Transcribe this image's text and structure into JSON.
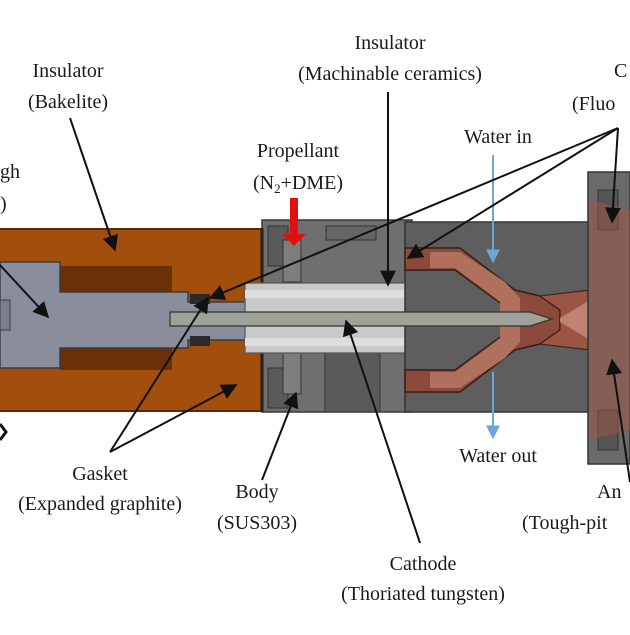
{
  "labels": {
    "insulator_bakelite": {
      "title": "Insulator",
      "material": "(Bakelite)"
    },
    "insulator_ceramics": {
      "title": "Insulator",
      "material": "(Machinable ceramics)"
    },
    "insulator_right": {
      "title": "C",
      "material": "(Fluo"
    },
    "left_cut": {
      "line1": "gh",
      "line2": ")"
    },
    "propellant": {
      "title": "Propellant",
      "formula_n": "(N",
      "formula_sub": "2",
      "formula_rest": "+DME)"
    },
    "water_in": "Water in",
    "water_out": "Water out",
    "gasket": {
      "title": "Gasket",
      "material": "(Expanded graphite)"
    },
    "body": {
      "title": "Body",
      "material": "(SUS303)"
    },
    "cathode": {
      "title": "Cathode",
      "material": "(Thoriated tungsten)"
    },
    "anode": {
      "title": "An",
      "material": "(Tough-pit"
    }
  },
  "colors": {
    "bakelite": "#a24e0c",
    "bakelite_dark": "#7a3808",
    "bakelite_inner": "#5c2a06",
    "graphite_gray": "#8a8d9b",
    "steel_gray": "#6f6f6f",
    "steel_dark": "#4a4a4a",
    "ceramic": "#c9c9c9",
    "cathode_rod": "#9da29a",
    "copper": "#8b4a3c",
    "copper_light": "#b0705e",
    "propellant_arrow": "#e01010",
    "water_arrow": "#6fa6d6",
    "leader": "#111111"
  }
}
